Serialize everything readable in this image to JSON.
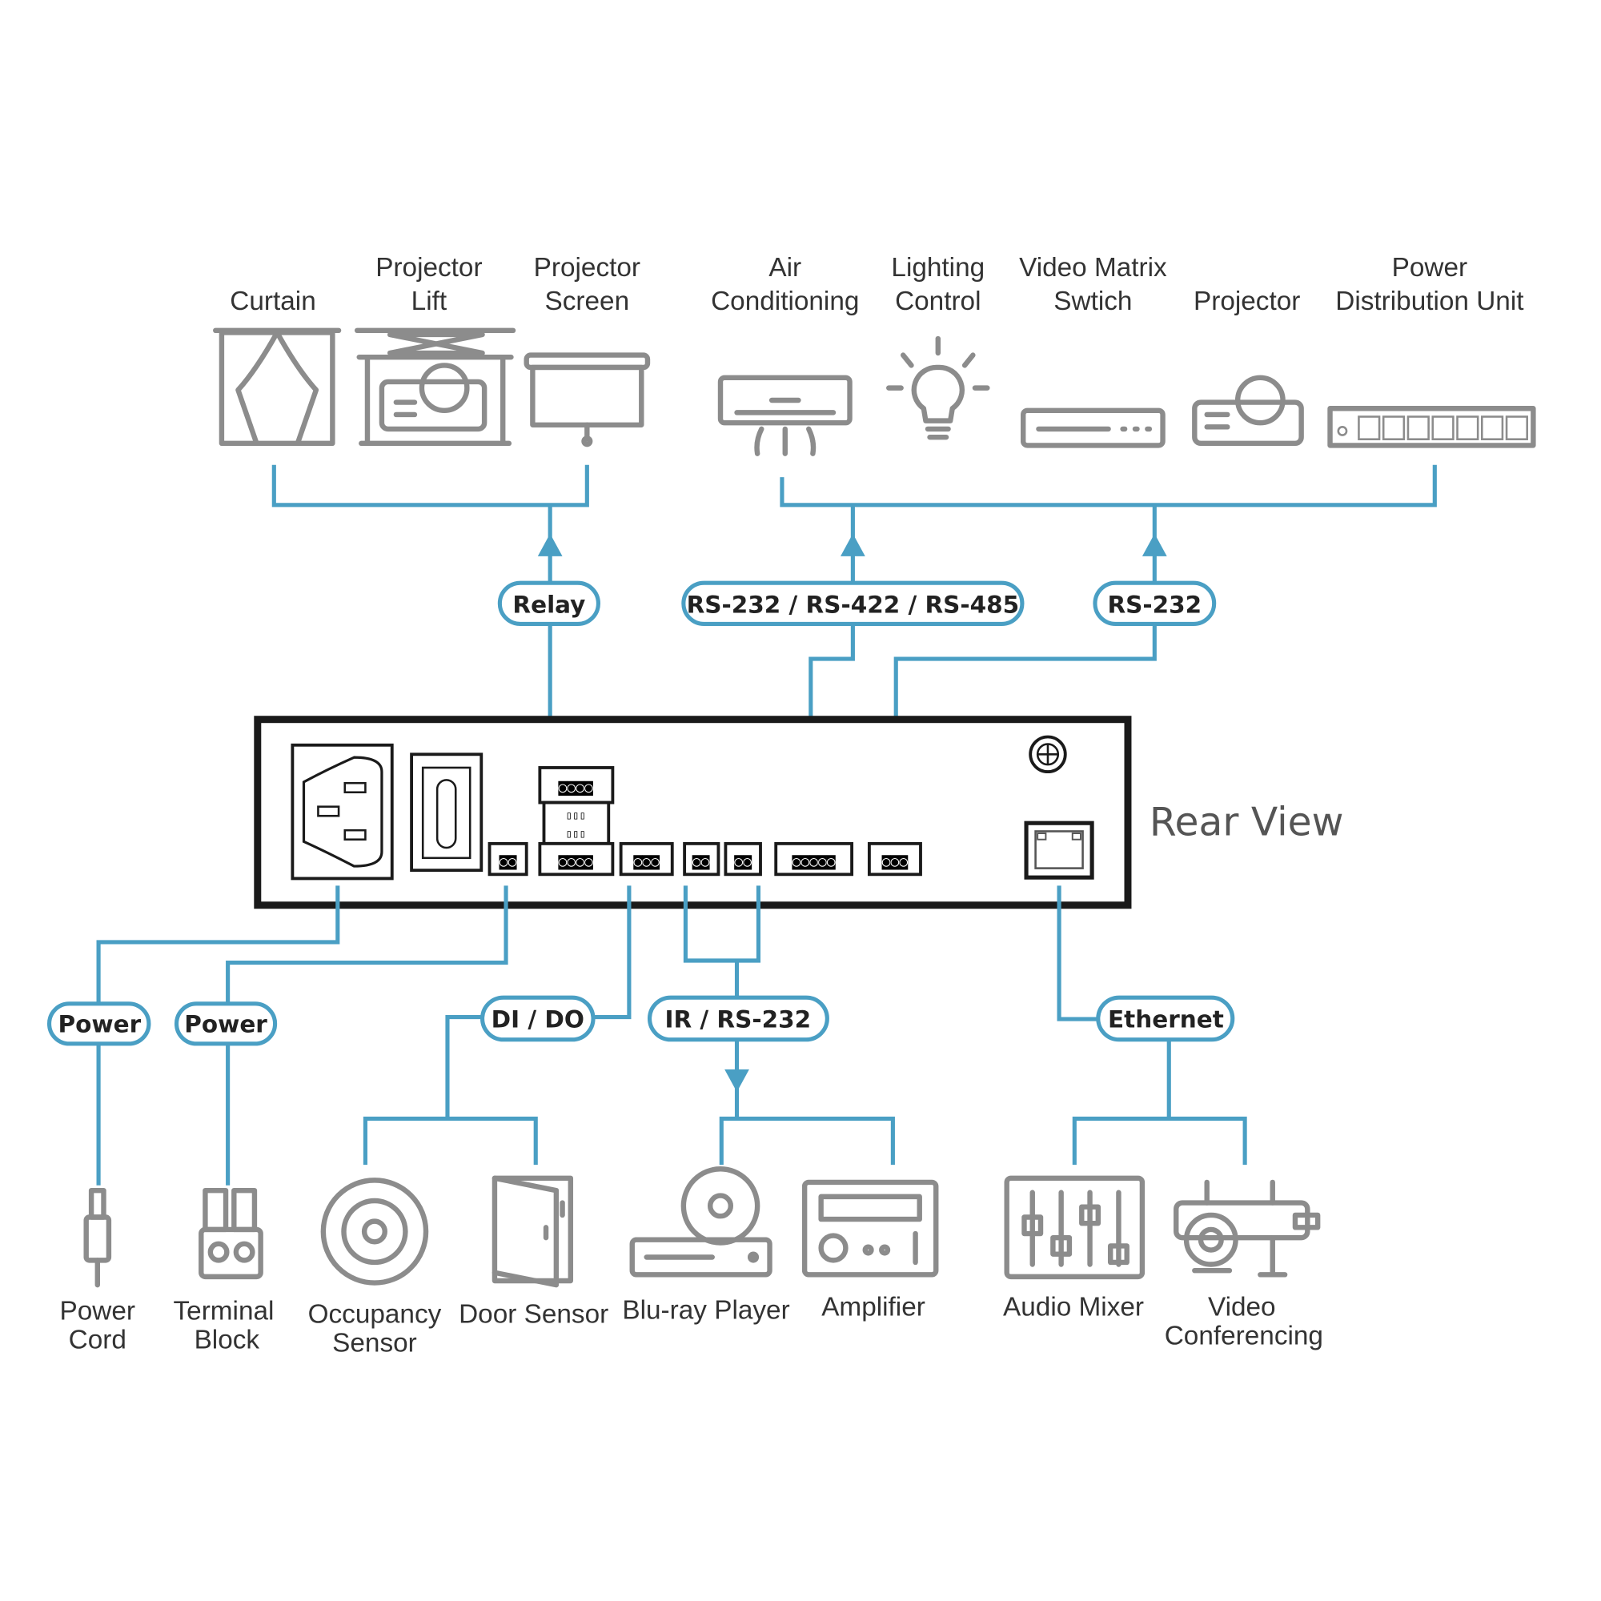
{
  "colors": {
    "wire": "#4a9fc4",
    "icon": "#8c8c8c",
    "panel": "#1a1a1a",
    "text": "#333333"
  },
  "top_devices": [
    {
      "label": [
        "",
        "Curtain"
      ],
      "icon": "curtain-icon"
    },
    {
      "label": [
        "Projector",
        "Lift"
      ],
      "icon": "projector-lift-icon"
    },
    {
      "label": [
        "Projector",
        "Screen"
      ],
      "icon": "projector-screen-icon"
    },
    {
      "label": [
        "Air",
        "Conditioning"
      ],
      "icon": "air-conditioner-icon"
    },
    {
      "label": [
        "Lighting",
        "Control"
      ],
      "icon": "light-bulb-icon"
    },
    {
      "label": [
        "Video Matrix",
        "Swtich"
      ],
      "icon": "video-matrix-switch-icon"
    },
    {
      "label": [
        "",
        "Projector"
      ],
      "icon": "projector-icon"
    },
    {
      "label": [
        "Power",
        "Distribution Unit"
      ],
      "icon": "pdu-icon"
    }
  ],
  "connections": {
    "relay": "Relay",
    "serial_multi": "RS-232 / RS-422 / RS-485",
    "rs232": "RS-232",
    "power1": "Power",
    "power2": "Power",
    "dido": "DI / DO",
    "ir_rs232": "IR / RS-232",
    "ethernet": "Ethernet"
  },
  "rear_view_label": "Rear View",
  "bottom_devices": [
    {
      "label": [
        "Power",
        "Cord"
      ],
      "icon": "power-cord-icon"
    },
    {
      "label": [
        "Terminal",
        "Block"
      ],
      "icon": "terminal-block-icon"
    },
    {
      "label": [
        "Occupancy",
        "Sensor"
      ],
      "icon": "occupancy-sensor-icon"
    },
    {
      "label": [
        "Door Sensor"
      ],
      "icon": "door-sensor-icon"
    },
    {
      "label": [
        "Blu-ray Player"
      ],
      "icon": "bluray-player-icon"
    },
    {
      "label": [
        "Amplifier"
      ],
      "icon": "amplifier-icon"
    },
    {
      "label": [
        "Audio Mixer"
      ],
      "icon": "audio-mixer-icon"
    },
    {
      "label": [
        "Video",
        "Conferencing"
      ],
      "icon": "video-conferencing-icon"
    }
  ]
}
